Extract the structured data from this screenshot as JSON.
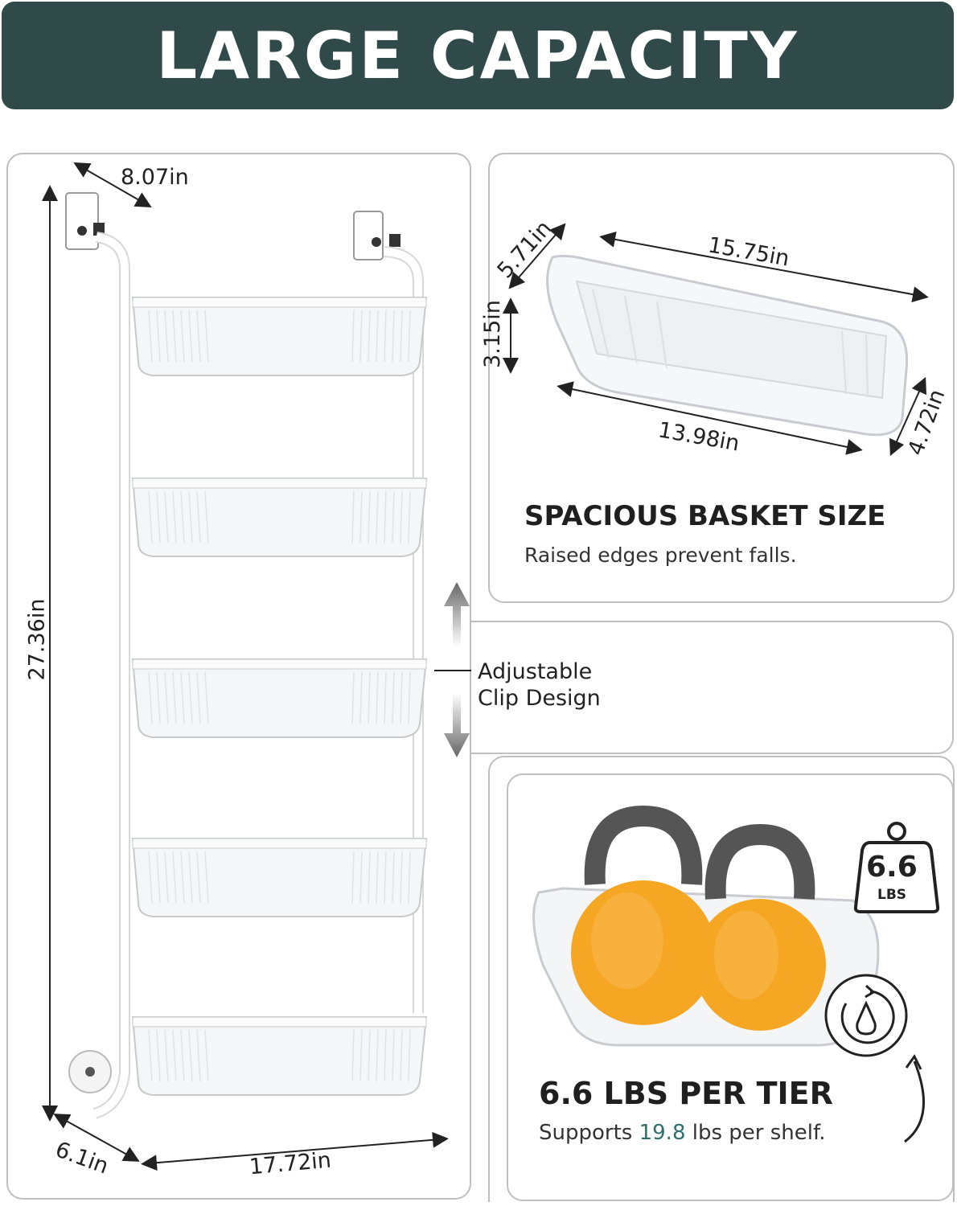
{
  "banner": {
    "title": "LARGE CAPACITY",
    "bg_color": "#2f4a48"
  },
  "rack": {
    "width_top": "8.07in",
    "height": "27.36in",
    "depth_bottom": "6.1in",
    "width_bottom": "17.72in",
    "tiers": 5
  },
  "basket": {
    "depth": "5.71in",
    "length_top": "15.75in",
    "height": "3.15in",
    "length_bottom": "13.98in",
    "width_bottom": "4.72in",
    "heading": "SPACIOUS BASKET SIZE",
    "subtitle": "Raised edges prevent falls."
  },
  "clip": {
    "line1": "Adjustable",
    "line2": "Clip Design"
  },
  "weight": {
    "badge_value": "6.6",
    "badge_unit": "LBS",
    "heading": "6.6 LBS PER TIER",
    "sub_prefix": "Supports ",
    "sub_value": "19.8",
    "sub_suffix": " lbs per shelf.",
    "accent_color": "#2f6e6a",
    "kettlebell_color": "#f5a623",
    "handle_color": "#555555"
  }
}
